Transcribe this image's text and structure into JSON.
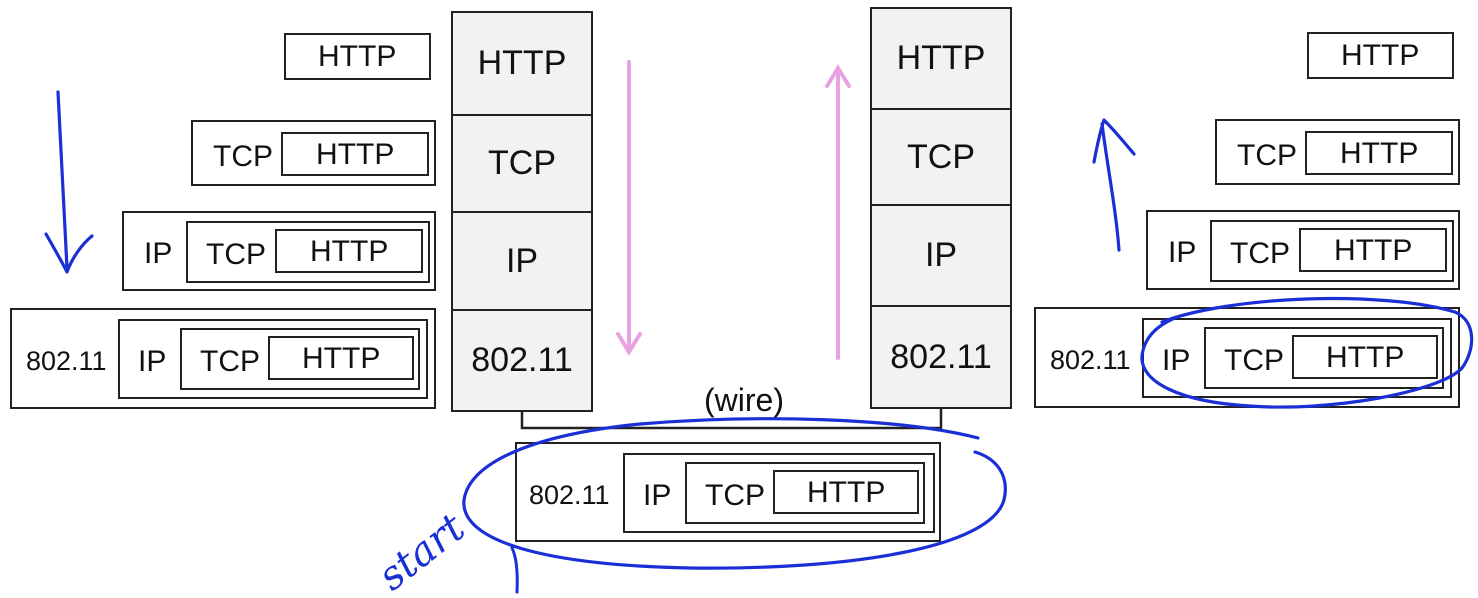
{
  "layers": {
    "http": "HTTP",
    "tcp": "TCP",
    "ip": "IP",
    "link": "802.11"
  },
  "wire_label": "(wire)",
  "annotation": {
    "start": "start"
  },
  "colors": {
    "ink": "#1a2fd6",
    "pink": "#e9a2e1",
    "stack_fill": "#f2f2f2"
  }
}
